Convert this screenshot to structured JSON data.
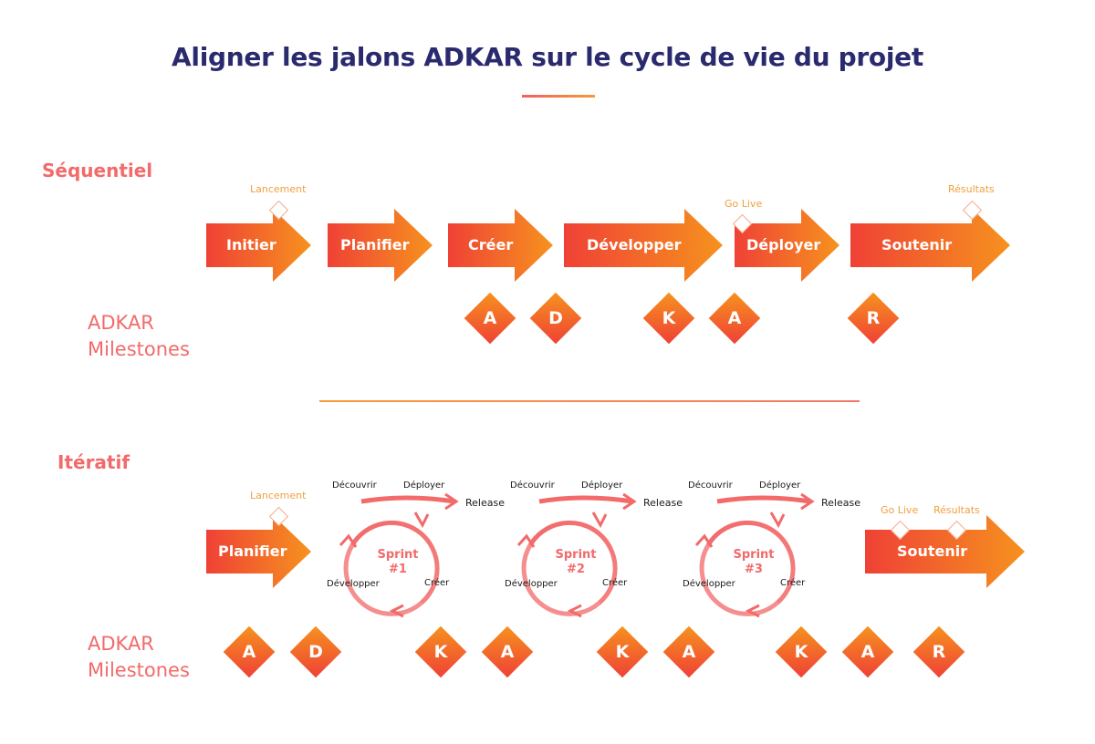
{
  "title": "Aligner les jalons ADKAR sur le cycle de vie du projet",
  "colors": {
    "title": "#2a2a6e",
    "accent": "#f26a6a",
    "orange": "#f6921e",
    "red": "#ef4136"
  },
  "sequential": {
    "label": "Séquentiel",
    "phases": [
      {
        "label": "Initier"
      },
      {
        "label": "Planifier"
      },
      {
        "label": "Créer"
      },
      {
        "label": "Développer"
      },
      {
        "label": "Déployer"
      },
      {
        "label": "Soutenir"
      }
    ],
    "milestones": [
      "Lancement",
      "Go Live",
      "Résultats"
    ],
    "adkar_label_1": "ADKAR",
    "adkar_label_2": "Milestones",
    "adkar": [
      "A",
      "D",
      "K",
      "A",
      "R"
    ]
  },
  "iterative": {
    "label": "Itératif",
    "plan_label": "Planifier",
    "sustain_label": "Soutenir",
    "milestones": [
      "Lancement",
      "Go Live",
      "Résultats"
    ],
    "sprints": [
      {
        "line1": "Sprint",
        "line2": "#1"
      },
      {
        "line1": "Sprint",
        "line2": "#2"
      },
      {
        "line1": "Sprint",
        "line2": "#3"
      }
    ],
    "cycle_steps": {
      "discover": "Découvrir",
      "deploy": "Déployer",
      "release": "Release",
      "develop": "Développer",
      "create": "Créer"
    },
    "adkar_label_1": "ADKAR",
    "adkar_label_2": "Milestones",
    "adkar": [
      "A",
      "D",
      "K",
      "A",
      "K",
      "A",
      "K",
      "A",
      "R"
    ]
  }
}
